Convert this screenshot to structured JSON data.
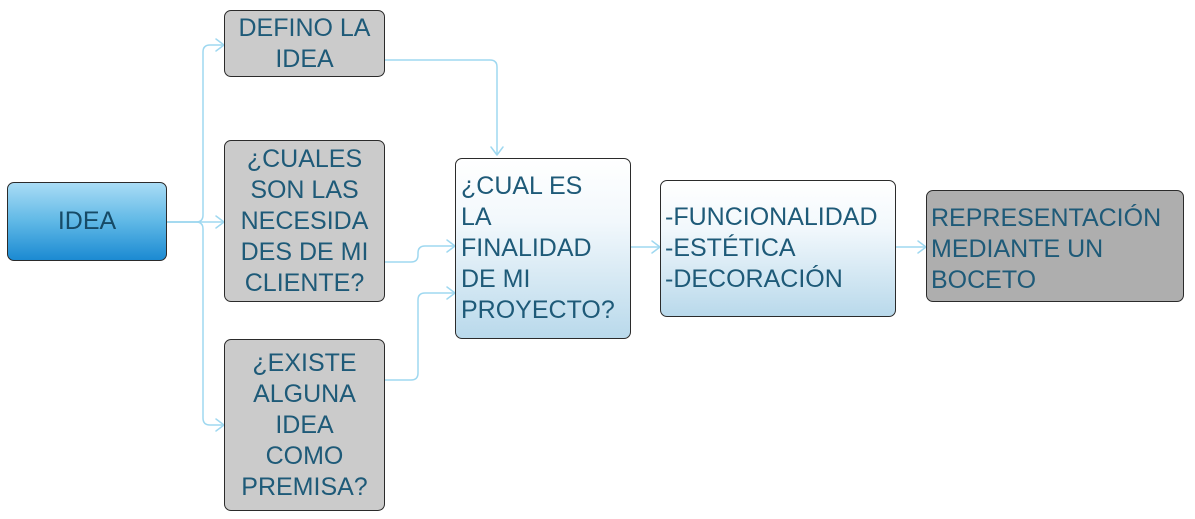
{
  "colors": {
    "connector": "#9fd8f0",
    "text": "#1e5a78",
    "grey_box": "#cbcbcb",
    "dark_grey_box": "#aeaeae",
    "blue_box": "#1b8ad2"
  },
  "nodes": {
    "idea": "IDEA",
    "defino": "DEFINO LA\nIDEA",
    "cuales": "¿CUALES\nSON LAS\nNECESIDA\nDES DE MI\nCLIENTE?",
    "existe": "¿EXISTE\nALGUNA\nIDEA\nCOMO\nPREMISA?",
    "finalidad": "¿CUAL ES\nLA\nFINALIDAD\nDE MI\nPROYECTO?",
    "aspectos": "-FUNCIONALIDAD\n-ESTÉTICA\n-DECORACIÓN",
    "boceto": "REPRESENTACIÓN\nMEDIANTE UN\nBOCETO"
  }
}
